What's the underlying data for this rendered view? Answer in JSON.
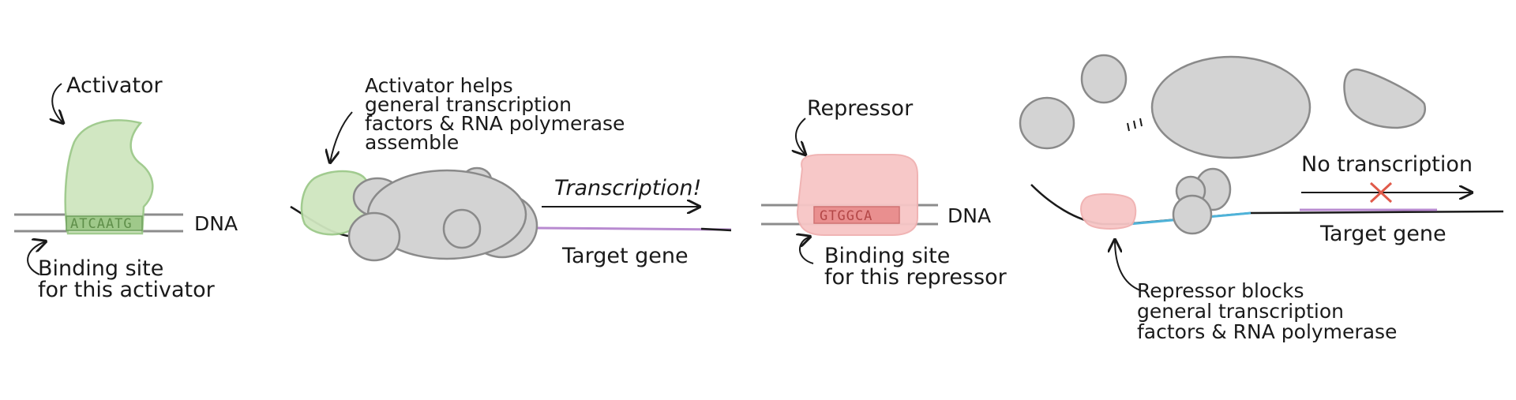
{
  "colors": {
    "activator_fill": "#cfe6bf",
    "activator_stroke": "#9cc98a",
    "activator_site_fill": "#9fc98a",
    "activator_site_text": "#5f8f4a",
    "repressor_fill": "#f7c6c6",
    "repressor_site_fill": "#e98f8f",
    "repressor_site_text": "#b34747",
    "protein_fill": "#d3d3d3",
    "protein_stroke": "#8a8a8a",
    "dna_lines": "#8c8c8c",
    "promoter_blue": "#4fb3d9",
    "target_gene_purple": "#b88ad0",
    "ink": "#1a1a1a",
    "x_mark": "#e05a4a"
  },
  "panel1": {
    "activator_label": "Activator",
    "site_sequence": "ATCAATG",
    "dna_label": "DNA",
    "binding_site_line1": "Binding site",
    "binding_site_line2": "for this activator"
  },
  "panel2": {
    "note_line1": "Activator helps",
    "note_line2": "general transcription",
    "note_line3": "factors & RNA polymerase",
    "note_line4": "assemble",
    "transcription_label": "Transcription!",
    "target_gene_label": "Target gene"
  },
  "panel3": {
    "repressor_label": "Repressor",
    "site_sequence": "GTGGCA",
    "dna_label": "DNA",
    "binding_site_line1": "Binding site",
    "binding_site_line2": "for this repressor"
  },
  "panel4": {
    "no_transcription_label": "No transcription",
    "target_gene_label": "Target gene",
    "note_line1": "Repressor blocks",
    "note_line2": "general transcription",
    "note_line3": "factors & RNA polymerase"
  }
}
